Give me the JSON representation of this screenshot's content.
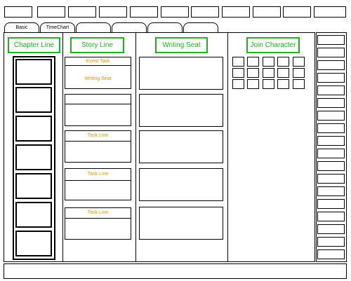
{
  "tabs": [
    "Basic",
    "TimeChart",
    "",
    "",
    "",
    ""
  ],
  "columns": {
    "chapter_line": "Chapter Line",
    "story_line": "Story Line",
    "writing_seat": "Writing Seat",
    "join_character": "Join Character"
  },
  "story_cards": [
    {
      "top": "Event Task",
      "mid": "Writing Seat"
    },
    {
      "top": "",
      "mid": ""
    },
    {
      "top": "Task Line",
      "mid": ""
    },
    {
      "top": "Task Line",
      "mid": ""
    },
    {
      "top": "Task Line",
      "mid": ""
    }
  ],
  "colors": {
    "header_green": "#1db21d",
    "label_orange": "#d79b00"
  }
}
